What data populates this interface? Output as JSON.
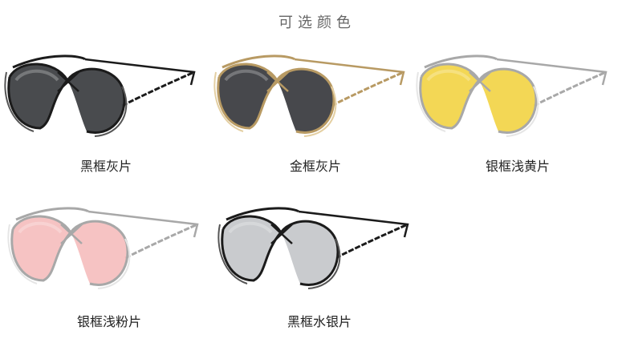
{
  "header": {
    "title": "可选颜色"
  },
  "products": [
    {
      "label": "黑框灰片",
      "frame_color": "#1b1b1b",
      "frame_light": "#555555",
      "lens_color": "#3f4144",
      "lens_opacity": 0.95
    },
    {
      "label": "金框灰片",
      "frame_color": "#b89a63",
      "frame_light": "#e4cfa2",
      "lens_color": "#3d3e42",
      "lens_opacity": 0.95
    },
    {
      "label": "银框浅黄片",
      "frame_color": "#a8a8a8",
      "frame_light": "#e6e6e6",
      "lens_color": "#f2d447",
      "lens_opacity": 0.92
    },
    {
      "label": "银框浅粉片",
      "frame_color": "#a8a8a8",
      "frame_light": "#e6e6e6",
      "lens_color": "#f4b9b9",
      "lens_opacity": 0.85
    },
    {
      "label": "黑框水银片",
      "frame_color": "#1b1b1b",
      "frame_light": "#555555",
      "lens_color": "#c6c8cb",
      "lens_opacity": 0.95
    }
  ]
}
